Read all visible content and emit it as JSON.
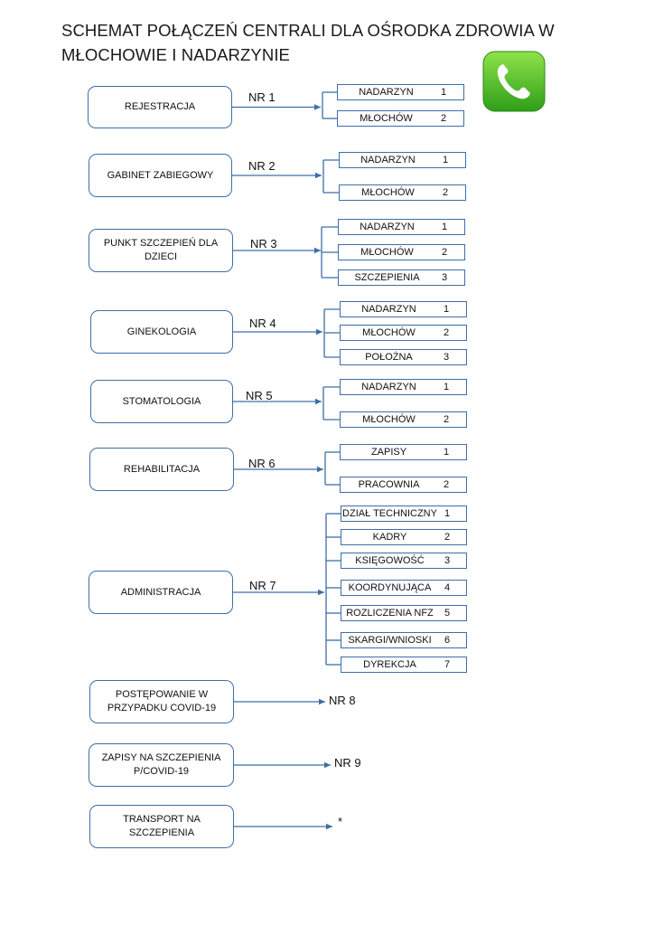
{
  "title": {
    "line1": "SCHEMAT POŁĄCZEŃ CENTRALI DLA OŚRODKA ZDROWIA W",
    "line2": "MŁOCHOWIE I NADARZYNIE"
  },
  "logo": {
    "icon": "phone-icon",
    "color_top": "#8ee34a",
    "color_bottom": "#2f9e19"
  },
  "colors": {
    "line": "#3d6ea8",
    "text": "#111111"
  },
  "departments": [
    {
      "label": "REJESTRACJA",
      "nr": "NR 1",
      "options": [
        {
          "label": "NADARZYN",
          "num": "1"
        },
        {
          "label": "MŁOCHÓW",
          "num": "2"
        }
      ]
    },
    {
      "label": "GABINET ZABIEGOWY",
      "nr": "NR 2",
      "options": [
        {
          "label": "NADARZYN",
          "num": "1"
        },
        {
          "label": "MŁOCHÓW",
          "num": "2"
        }
      ]
    },
    {
      "label": "PUNKT SZCZEPIEŃ DLA DZIECI",
      "nr": "NR 3",
      "options": [
        {
          "label": "NADARZYN",
          "num": "1"
        },
        {
          "label": "MŁOCHÓW",
          "num": "2"
        },
        {
          "label": "SZCZEPIENIA",
          "num": "3"
        }
      ]
    },
    {
      "label": "GINEKOLOGIA",
      "nr": "NR 4",
      "options": [
        {
          "label": "NADARZYN",
          "num": "1"
        },
        {
          "label": "MŁOCHÓW",
          "num": "2"
        },
        {
          "label": "POŁOŻNA",
          "num": "3"
        }
      ]
    },
    {
      "label": "STOMATOLOGIA",
      "nr": "NR 5",
      "options": [
        {
          "label": "NADARZYN",
          "num": "1"
        },
        {
          "label": "MŁOCHÓW",
          "num": "2"
        }
      ]
    },
    {
      "label": "REHABILITACJA",
      "nr": "NR 6",
      "options": [
        {
          "label": "ZAPISY",
          "num": "1"
        },
        {
          "label": "PRACOWNIA",
          "num": "2"
        }
      ]
    },
    {
      "label": "ADMINISTRACJA",
      "nr": "NR 7",
      "options": [
        {
          "label": "DZIAŁ TECHNICZNY",
          "num": "1"
        },
        {
          "label": "KADRY",
          "num": "2"
        },
        {
          "label": "KSIĘGOWOŚĆ",
          "num": "3"
        },
        {
          "label": "KOORDYNUJĄCA",
          "num": "4"
        },
        {
          "label": "ROZLICZENIA NFZ",
          "num": "5"
        },
        {
          "label": "SKARGI/WNIOSKI",
          "num": "6"
        },
        {
          "label": "DYREKCJA",
          "num": "7"
        }
      ]
    },
    {
      "label": "POSTĘPOWANIE W PRZYPADKU COVID-19",
      "nr": "NR 8",
      "options": []
    },
    {
      "label": "ZAPISY NA SZCZEPIENIA P/COVID-19",
      "nr": "NR 9",
      "options": []
    },
    {
      "label": "TRANSPORT NA SZCZEPIENIA",
      "nr": "*",
      "options": []
    }
  ]
}
